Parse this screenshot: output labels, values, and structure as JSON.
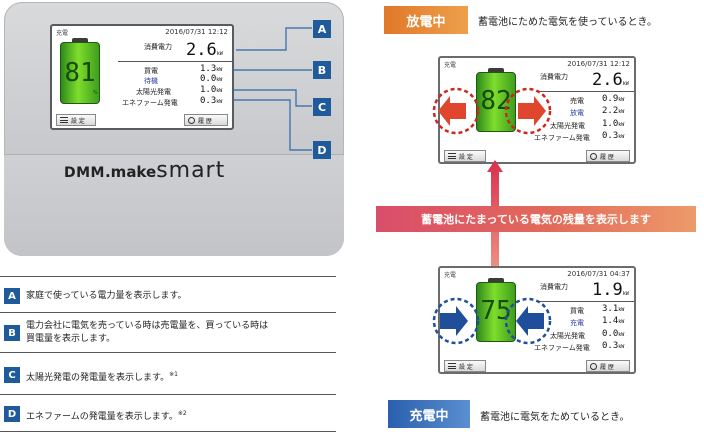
{
  "device": {
    "brand_dmm": "DMM",
    "brand_make": ".make",
    "brand_smart": "smart",
    "screen": {
      "tag": "充電",
      "datetime": "2016/07/31 12:12",
      "consumption_label": "消費電力",
      "consumption_value": "2.6",
      "unit_kw": "kW",
      "buy_label": "買電",
      "buy_value": "1.3",
      "standby_label": "待機",
      "standby_value": "0.0",
      "solar_label": "太陽光発電",
      "solar_value": "1.0",
      "enefarm_label": "エネファーム発電",
      "enefarm_value": "0.3",
      "battery_percent": "81",
      "percent_sign": "%",
      "settings_label": "設 定",
      "history_label": "履 歴"
    }
  },
  "callouts": [
    "A",
    "B",
    "C",
    "D"
  ],
  "legend": [
    {
      "letter": "A",
      "text": "家庭で使っている電力量を表示します。",
      "note": ""
    },
    {
      "letter": "B",
      "text": "電力会社に電気を売っている時は売電量を、買っている時は",
      "text2": "買電量を表示します。",
      "note": ""
    },
    {
      "letter": "C",
      "text": "太陽光発電の発電量を表示します。",
      "note": "※1"
    },
    {
      "letter": "D",
      "text": "エネファームの発電量を表示します。",
      "note": "※2"
    }
  ],
  "discharge": {
    "badge": "放電中",
    "desc": "蓄電池にためた電気を使っているとき。",
    "screen": {
      "tag": "充電",
      "datetime": "2016/07/31 12:12",
      "consumption_label": "消費電力",
      "consumption_value": "2.6",
      "unit_kw": "kW",
      "buy_label": "売電",
      "buy_value": "0.9",
      "mode_label": "放電",
      "mode_value": "2.2",
      "solar_label": "太陽光発電",
      "solar_value": "1.0",
      "enefarm_label": "エネファーム発電",
      "enefarm_value": "0.3",
      "battery_percent": "82",
      "settings_label": "設 定",
      "history_label": "履 歴"
    }
  },
  "residual_label": "蓄電池にたまっている電気の残量を表示します",
  "charge": {
    "badge": "充電中",
    "desc": "蓄電池に電気をためているとき。",
    "screen": {
      "tag": "充電",
      "datetime": "2016/07/31 04:37",
      "consumption_label": "消費電力",
      "consumption_value": "1.9",
      "unit_kw": "kW",
      "buy_label": "買電",
      "buy_value": "3.1",
      "mode_label": "充電",
      "mode_value": "1.4",
      "solar_label": "太陽光発電",
      "solar_value": "0.0",
      "enefarm_label": "エネファーム発電",
      "enefarm_value": "0.3",
      "battery_percent": "75",
      "settings_label": "設 定",
      "history_label": "履 歴"
    }
  },
  "colors": {
    "callout_blue": "#1f5a9a",
    "discharge_orange": "#e8862e",
    "charge_blue": "#2a5fae",
    "arrow_red": "#e0462e",
    "arrow_blue": "#1f4f9a",
    "battery_green": "#7fdd2c"
  }
}
